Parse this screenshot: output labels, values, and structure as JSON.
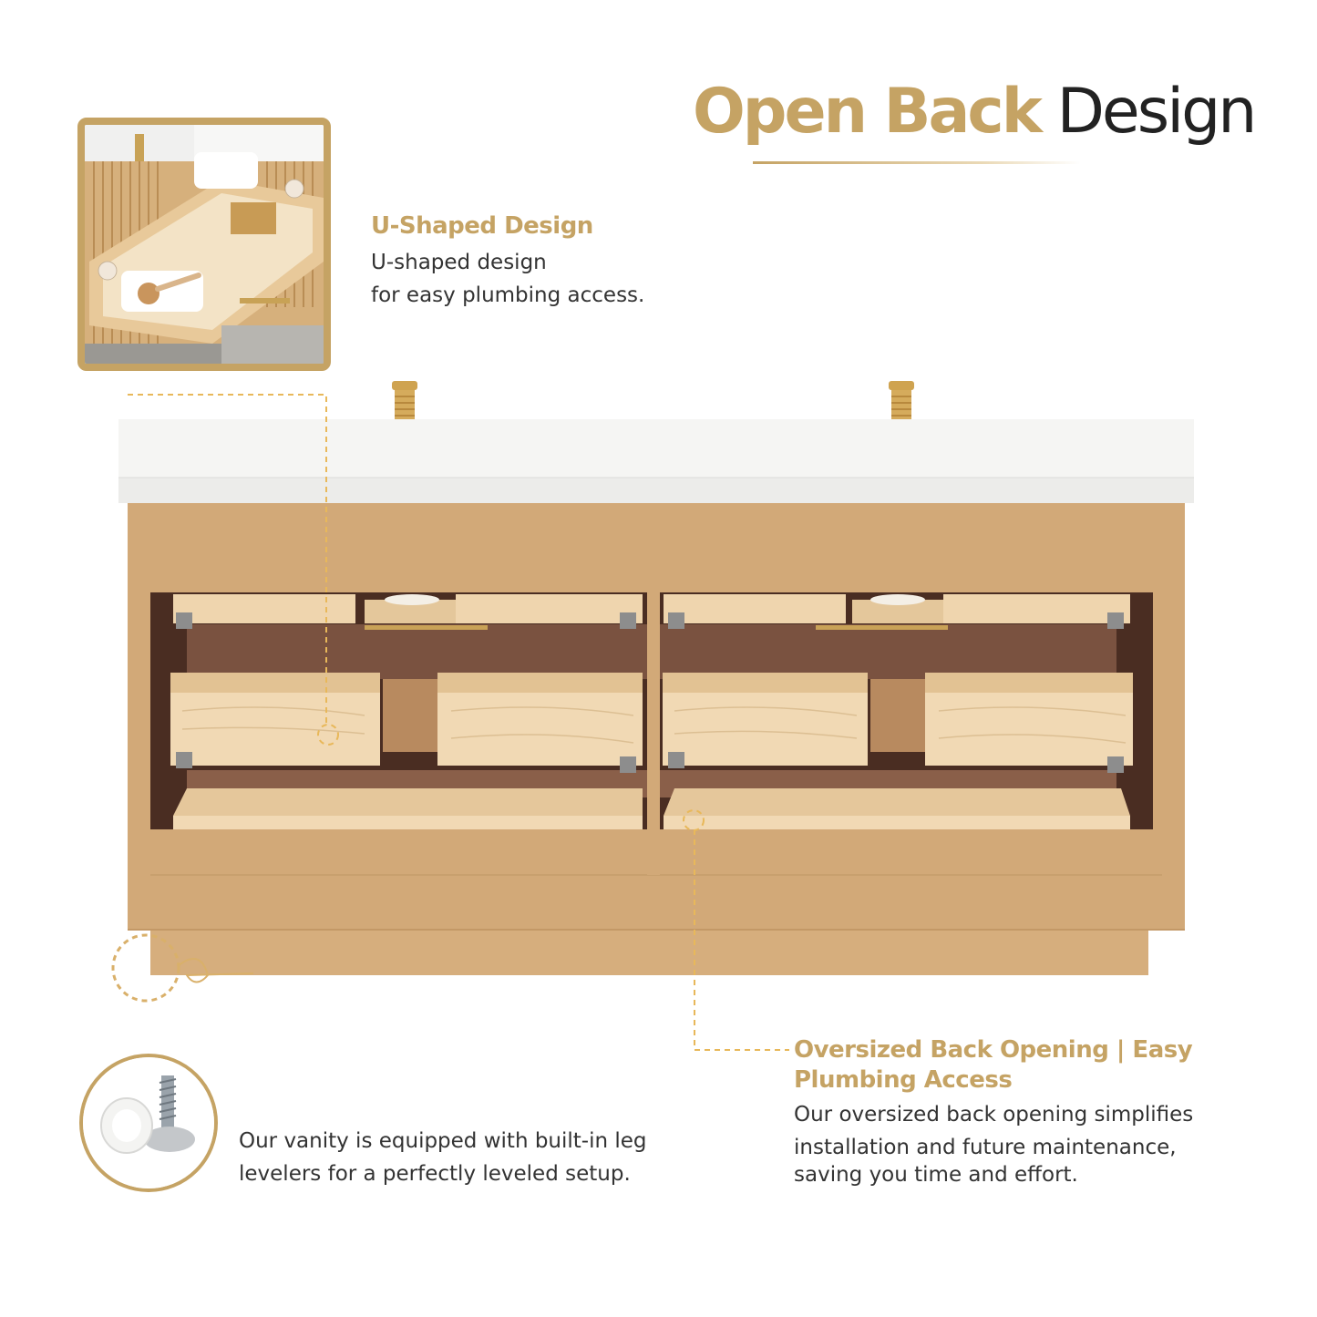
{
  "header": {
    "title_accent": "Open Back",
    "title_plain": "Design"
  },
  "u_shaped": {
    "title": "U-Shaped Design",
    "line1": "U-shaped design",
    "line2": "for easy plumbing access."
  },
  "oversized": {
    "title": "Oversized Back Opening | Easy Plumbing Access",
    "line1": "Our oversized back opening simplifies",
    "line2": "installation and future maintenance,",
    "line3": "saving you time and effort."
  },
  "levelers": {
    "line1": "Our vanity is equipped with built-in leg",
    "line2": "levelers for a perfectly leveled setup."
  },
  "colors": {
    "accent_gold": "#c5a364",
    "text_dark": "#222222",
    "cabinet_wood": "#d2a978",
    "drawer_pine": "#efd5ae",
    "countertop": "#f5f5f3"
  }
}
